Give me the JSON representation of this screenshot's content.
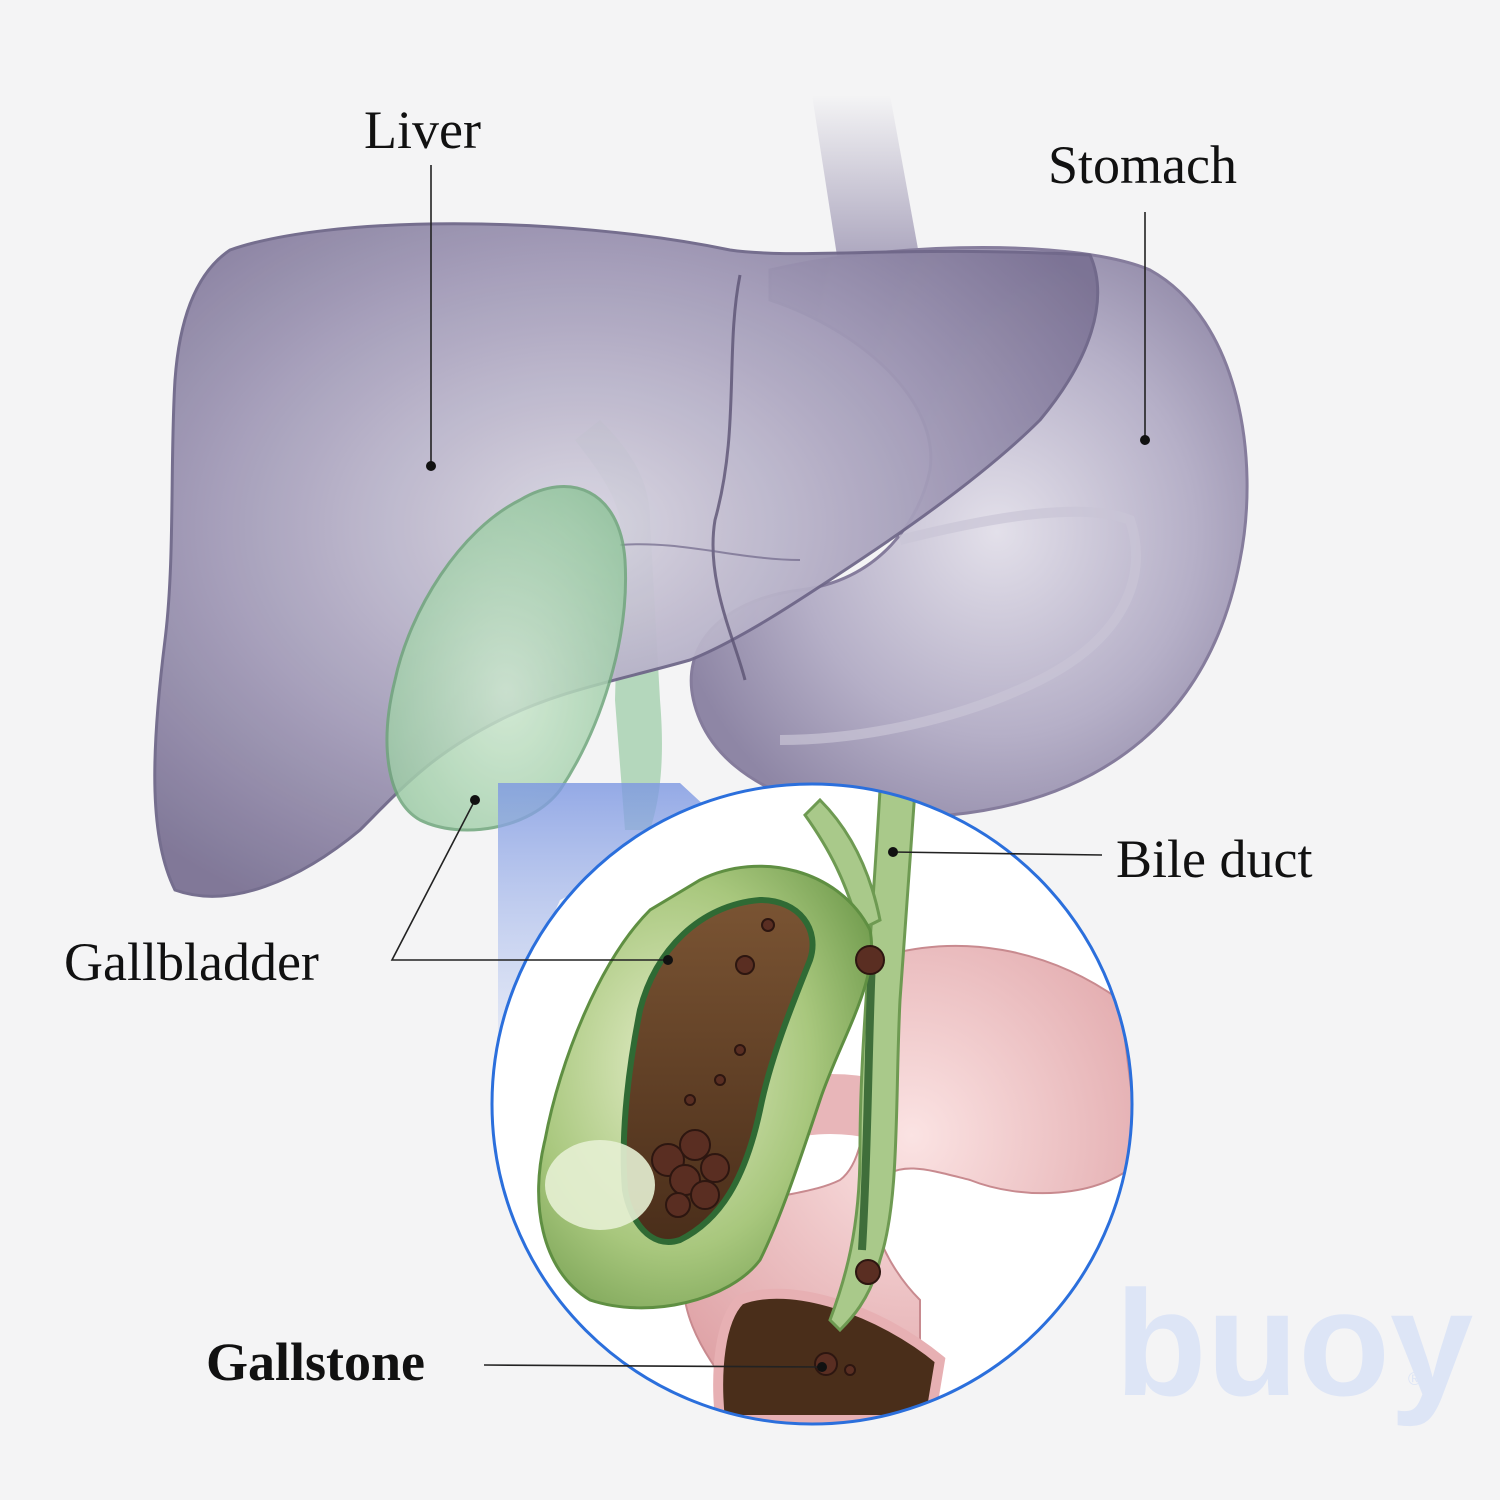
{
  "labels": {
    "liver": "Liver",
    "stomach": "Stomach",
    "bile_duct": "Bile duct",
    "gallbladder": "Gallbladder",
    "gallstone": "Gallstone"
  },
  "watermark": {
    "text": "buoy",
    "mark": "®"
  },
  "colors": {
    "background": "#f4f4f5",
    "organ_purple": "#8f86a6",
    "gallbladder_green": "#8fc39a",
    "inset_border": "#2b6fdc",
    "highlight_blue": "#6f8fe0",
    "intestine_pink": "#e8b3b6",
    "bile_brown": "#5a3a22",
    "watermark": "#dde5f6"
  }
}
